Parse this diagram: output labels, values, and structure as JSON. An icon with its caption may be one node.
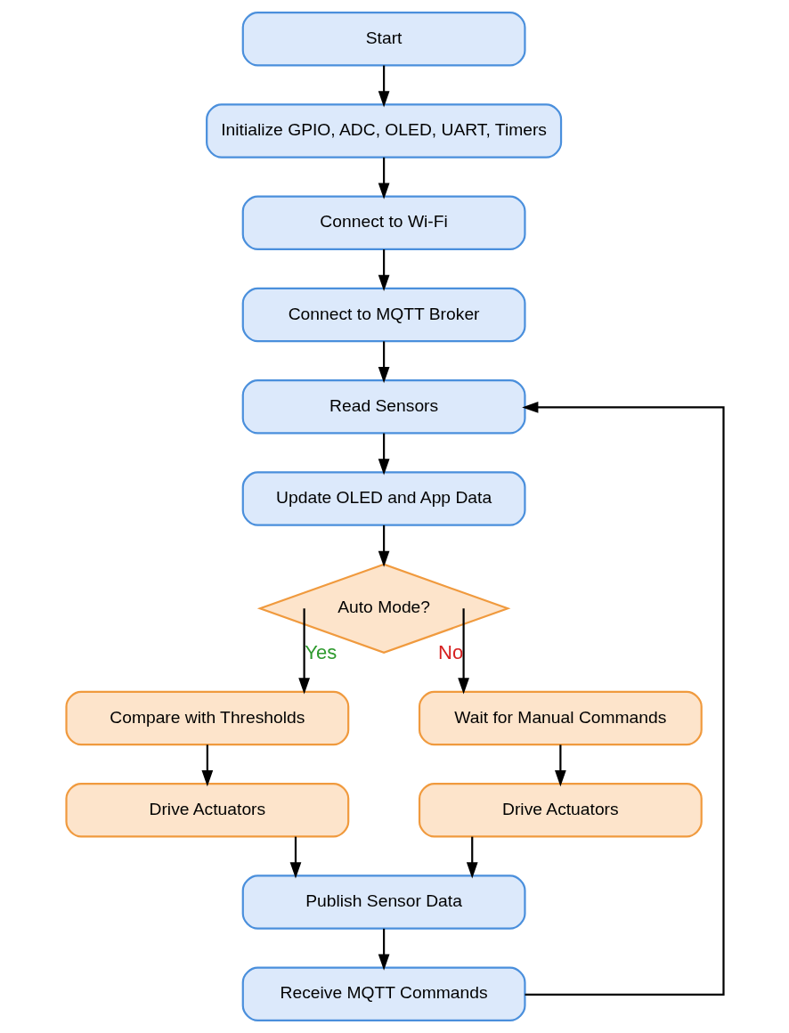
{
  "diagram": {
    "nodes": [
      {
        "text": [
          "Start"
        ]
      },
      {
        "text": [
          "Initialize GPIO, ADC, OLED, UART, Timers"
        ]
      },
      {
        "text": [
          "Connect to Wi-Fi"
        ]
      },
      {
        "text": [
          "Connect to MQTT Broker"
        ]
      },
      {
        "text": [
          "Read Sensors"
        ]
      },
      {
        "text": [
          "Update OLED and App Data"
        ]
      },
      {
        "text": [
          "Auto Mode?"
        ]
      },
      {
        "text": [
          "Compare with Thresholds"
        ]
      },
      {
        "text": [
          "Drive Actuators"
        ]
      },
      {
        "text": [
          "Wait for Manual Commands"
        ]
      },
      {
        "text": [
          "Drive Actuators"
        ]
      },
      {
        "text": [
          "Publish Sensor Data"
        ]
      },
      {
        "text": [
          "Receive MQTT Commands"
        ]
      }
    ],
    "edges": [
      {
        "from": 0,
        "to": 1,
        "arrow": "to"
      },
      {
        "from": 1,
        "to": 2,
        "arrow": "to"
      },
      {
        "from": 2,
        "to": 3,
        "arrow": "to"
      },
      {
        "from": 3,
        "to": 4,
        "arrow": "to"
      },
      {
        "from": 4,
        "to": 5,
        "arrow": "to"
      },
      {
        "from": 5,
        "to": 6,
        "arrow": "to"
      },
      {
        "from": 6,
        "to": 7,
        "arrow": "to",
        "label": "Yes"
      },
      {
        "from": 6,
        "to": 9,
        "arrow": "to",
        "label": "No"
      },
      {
        "from": 7,
        "to": 8,
        "arrow": "to"
      },
      {
        "from": 9,
        "to": 10,
        "arrow": "to"
      },
      {
        "from": 8,
        "to": 11,
        "arrow": "to"
      },
      {
        "from": 10,
        "to": 11,
        "arrow": "to"
      },
      {
        "from": 11,
        "to": 12,
        "arrow": "to"
      },
      {
        "from": 12,
        "to": 4,
        "arrow": "to"
      }
    ]
  }
}
